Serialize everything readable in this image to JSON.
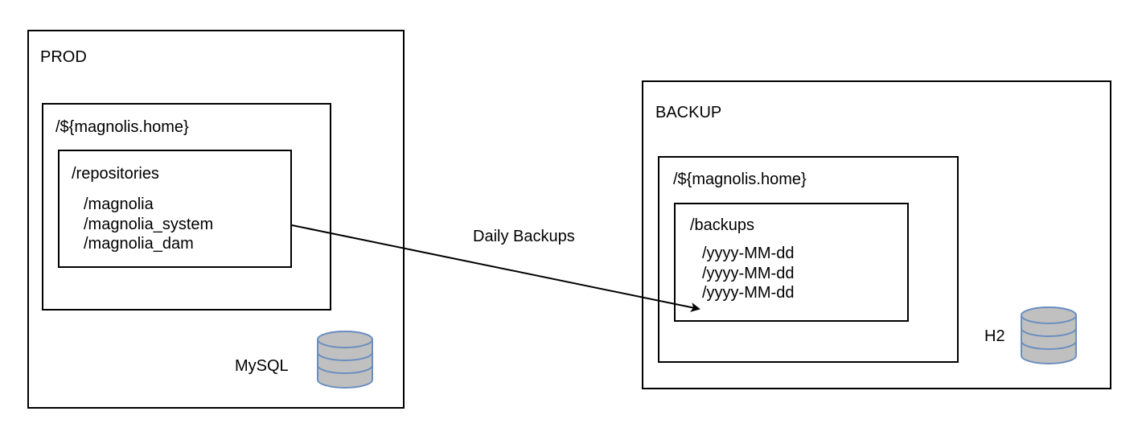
{
  "prod": {
    "title": "PROD",
    "home_path": "/${magnolis.home}",
    "repositories": {
      "title": "/repositories",
      "items": [
        "/magnolia",
        "/magnolia_system",
        "/magnolia_dam"
      ]
    },
    "database": {
      "label": "MySQL",
      "icon": "database-icon"
    }
  },
  "backup": {
    "title": "BACKUP",
    "home_path": "/${magnolis.home}",
    "backups": {
      "title": "/backups",
      "items": [
        "/yyyy-MM-dd",
        "/yyyy-MM-dd",
        "/yyyy-MM-dd"
      ]
    },
    "database": {
      "label": "H2",
      "icon": "database-icon"
    }
  },
  "connector": {
    "label": "Daily Backups"
  },
  "colors": {
    "db_fill": "#c0c0c0",
    "db_stroke": "#6c8ebf",
    "line": "#000000"
  }
}
